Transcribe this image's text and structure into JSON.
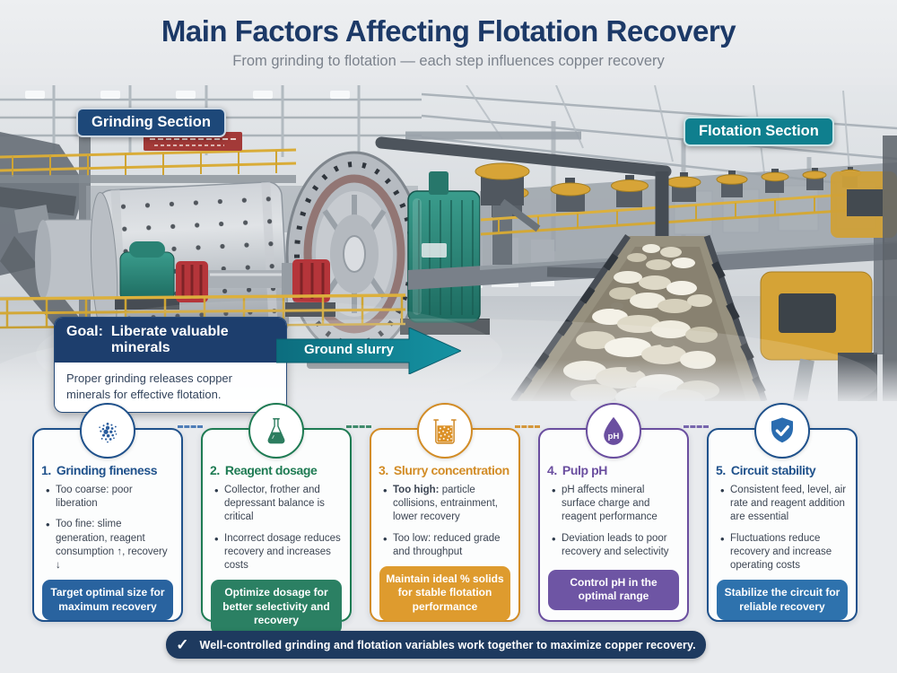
{
  "header": {
    "title": "Main Factors Affecting Flotation Recovery",
    "subtitle": "From grinding to flotation — each step influences copper recovery"
  },
  "photo": {
    "grinding_label": "Grinding Section",
    "flotation_label": "Flotation Section",
    "goal": {
      "label": "Goal:",
      "title": "Liberate valuable minerals",
      "body": "Proper grinding releases copper minerals for effective flotation."
    },
    "arrow_label": "Ground slurry",
    "arrow_color": "#0e7c8c"
  },
  "cards": [
    {
      "number": "1.",
      "title": "Grinding fineness",
      "icon": "dots-cluster-icon",
      "accent": "#1f518b",
      "button_color": "#29639f",
      "bullets": [
        {
          "strong": "",
          "text": "Too coarse: poor liberation"
        },
        {
          "strong": "",
          "text": "Too fine: slime generation, reagent consumption ↑, recovery ↓"
        }
      ],
      "action": "Target optimal size for maximum recovery"
    },
    {
      "number": "2.",
      "title": "Reagent dosage",
      "icon": "flask-icon",
      "accent": "#1e7b53",
      "button_color": "#2b8063",
      "bullets": [
        {
          "strong": "",
          "text": "Collector, frother and depressant balance is critical"
        },
        {
          "strong": "",
          "text": "Incorrect dosage reduces recovery and increases costs"
        }
      ],
      "action": "Optimize dosage for better selectivity and recovery"
    },
    {
      "number": "3.",
      "title": "Slurry concentration",
      "icon": "beaker-icon",
      "accent": "#d28c26",
      "button_color": "#de9b2e",
      "bullets": [
        {
          "strong": "Too high:",
          "text": " particle collisions, entrainment, lower recovery"
        },
        {
          "strong": "",
          "text": "Too low: reduced grade and throughput"
        }
      ],
      "action": "Maintain ideal % solids for stable flotation performance"
    },
    {
      "number": "4.",
      "title": "Pulp pH",
      "icon": "ph-droplet-icon",
      "icon_label": "pH",
      "accent": "#6a4e9f",
      "button_color": "#6e55a4",
      "bullets": [
        {
          "strong": "",
          "text": "pH affects mineral surface charge and reagent performance"
        },
        {
          "strong": "",
          "text": "Deviation leads to poor recovery and selectivity"
        }
      ],
      "action": "Control pH in the optimal range"
    },
    {
      "number": "5.",
      "title": "Circuit stability",
      "icon": "shield-check-icon",
      "accent": "#1f518b",
      "button_color": "#2e72ad",
      "bullets": [
        {
          "strong": "",
          "text": "Consistent feed, level, air rate and reagent addition are essential"
        },
        {
          "strong": "",
          "text": "Fluctuations reduce recovery and increase operating costs"
        }
      ],
      "action": "Stabilize the circuit for reliable recovery"
    }
  ],
  "footer": {
    "check": "✓",
    "text": "Well-controlled grinding and flotation variables work together to maximize copper recovery."
  }
}
